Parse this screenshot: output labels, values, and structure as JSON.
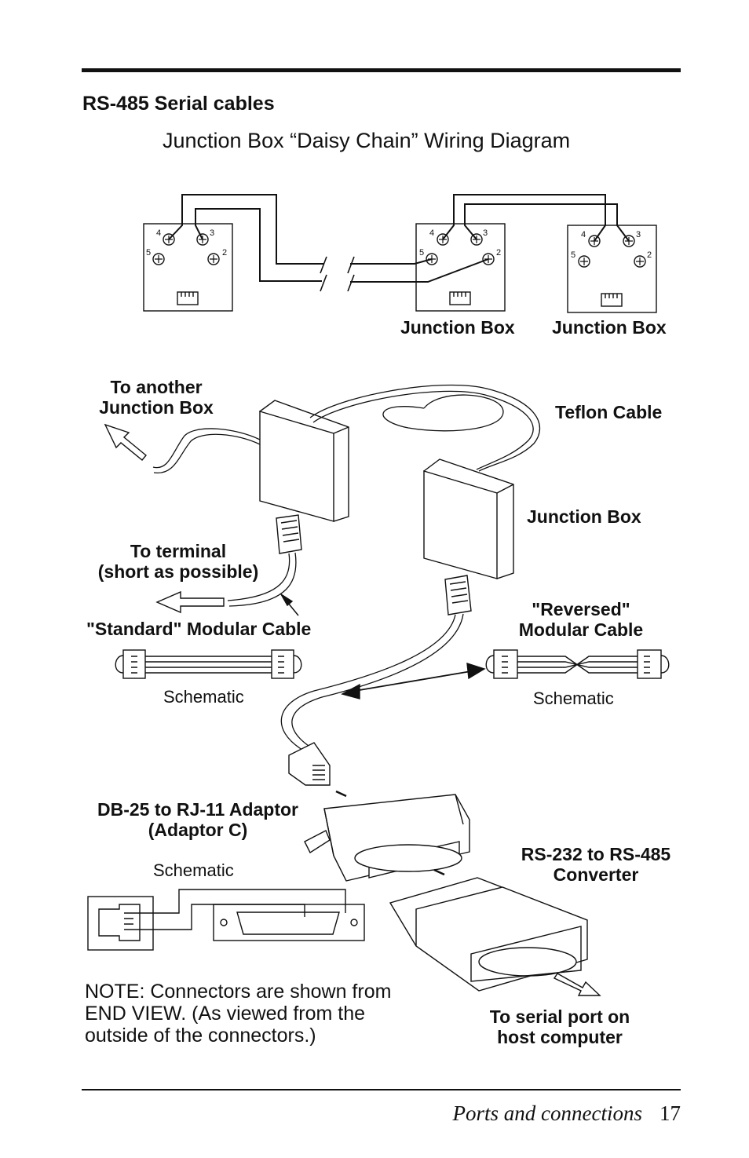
{
  "header": {
    "section_title": "RS-485 Serial cables",
    "diagram_title": "Junction Box “Daisy Chain” Wiring Diagram"
  },
  "wiring": {
    "pin_labels": [
      "4",
      "3",
      "5",
      "2"
    ],
    "box_labels": [
      "Junction Box",
      "Junction Box"
    ]
  },
  "assembly": {
    "to_another_box": "To another\nJunction Box",
    "teflon_cable": "Teflon Cable",
    "junction_box": "Junction Box",
    "to_terminal": "To terminal\n(short as possible)",
    "standard_cable": "\"Standard\" Modular Cable",
    "reversed_cable": "\"Reversed\"\nModular Cable",
    "schematic_left": "Schematic",
    "schematic_right": "Schematic",
    "adaptor": "DB-25 to RJ-11 Adaptor\n(Adaptor C)",
    "schematic_adaptor": "Schematic",
    "converter": "RS-232 to RS-485\nConverter",
    "serial_port": "To serial port on\nhost computer"
  },
  "note": "NOTE: Connectors are shown from\nEND VIEW. (As viewed from the\noutside of the connectors.)",
  "footer": {
    "section": "Ports and connections",
    "page_number": "17"
  }
}
